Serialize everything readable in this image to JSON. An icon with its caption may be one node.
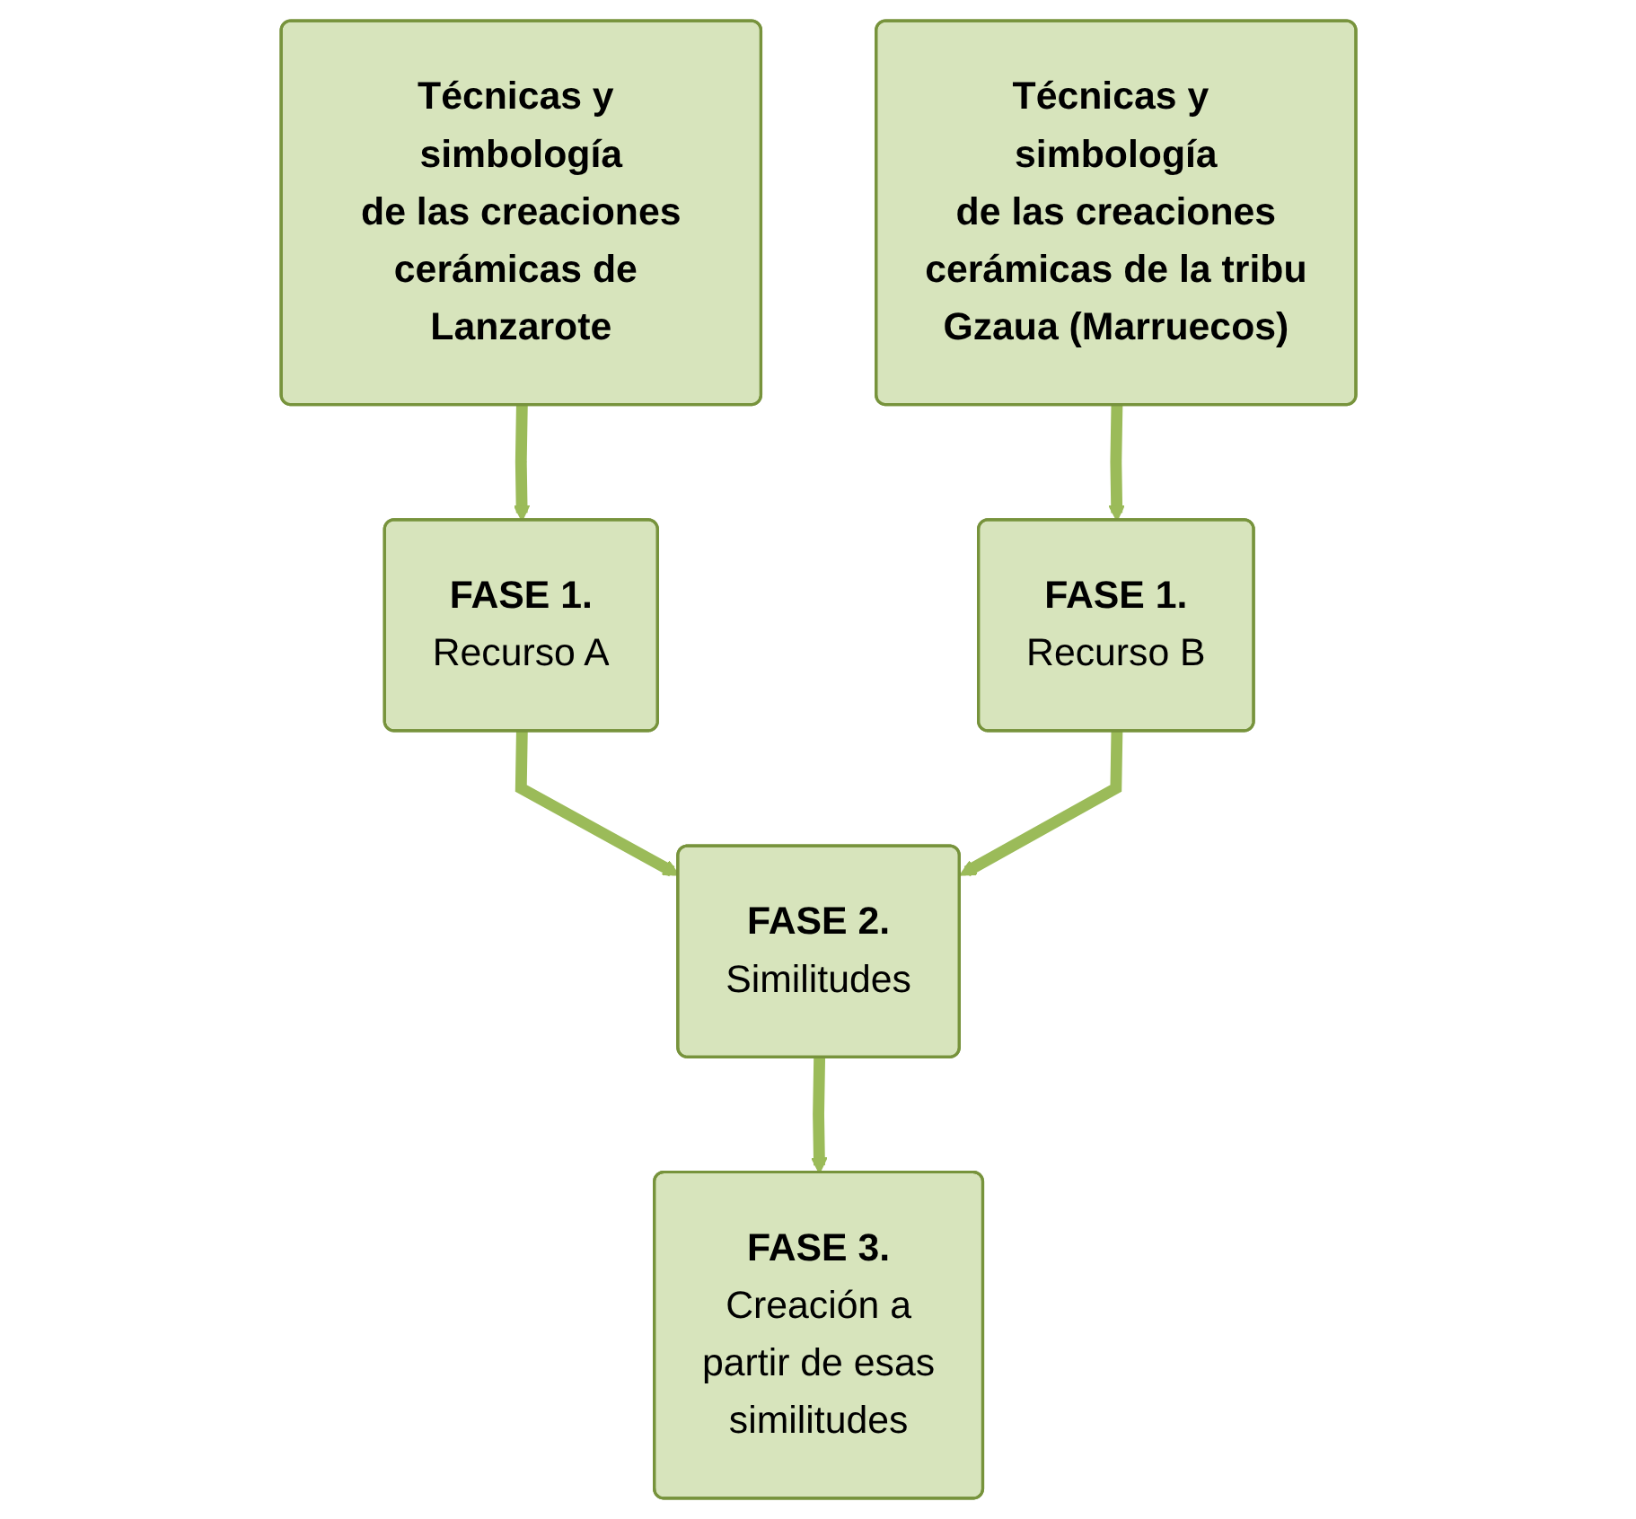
{
  "diagram": {
    "nodes": [
      {
        "text": [
          "Técnicas y simbología de las creaciones cerámicas de Lanzarote"
        ]
      },
      {
        "text": [
          "Técnicas y simbología de las creaciones cerámicas de la tribu Gzaua (Marruecos)"
        ]
      },
      {
        "text": [
          "FASE 1.",
          "Recurso A"
        ]
      },
      {
        "text": [
          "FASE 1.",
          "Recurso B"
        ]
      },
      {
        "text": [
          "FASE 2.",
          "Similitudes"
        ]
      },
      {
        "text": [
          "FASE 3.",
          "Creación a partir de esas similitudes"
        ]
      }
    ],
    "edges": [
      {
        "from": 0,
        "to": 2,
        "arrow": "to"
      },
      {
        "from": 1,
        "to": 3,
        "arrow": "to"
      },
      {
        "from": 2,
        "to": 4,
        "arrow": "to"
      },
      {
        "from": 3,
        "to": 4,
        "arrow": "to"
      },
      {
        "from": 4,
        "to": 5,
        "arrow": "to"
      }
    ]
  }
}
